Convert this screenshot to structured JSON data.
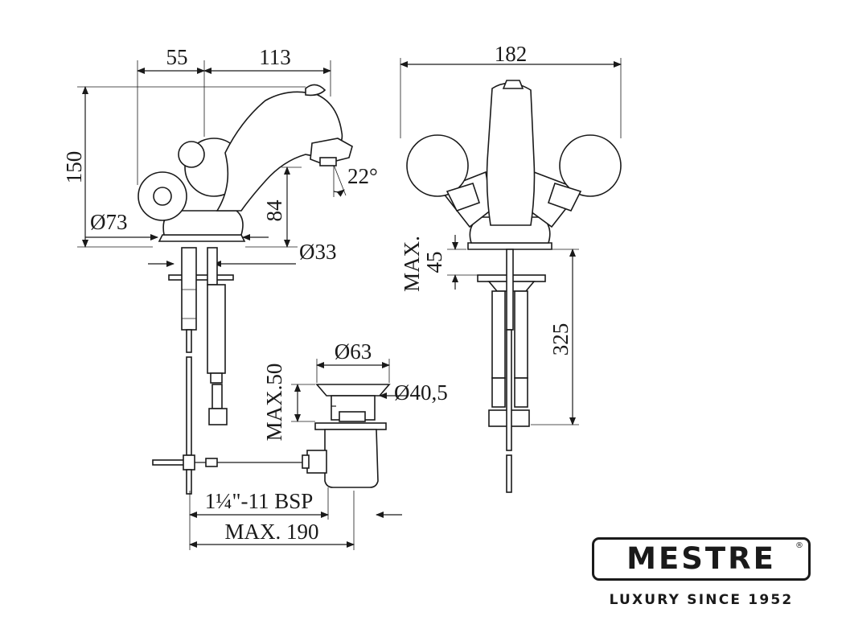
{
  "dimensions": {
    "spout_offset": "55",
    "spout_reach": "113",
    "height_total": "150",
    "spout_angle": "22°",
    "spout_height": "84",
    "base_diameter": "Ø73",
    "hole_diameter": "Ø33",
    "width_total": "182",
    "max_deck": "MAX.",
    "max_deck_value": "45",
    "hose_length": "325",
    "drain_diameter": "Ø63",
    "drain_max_label": "MAX.50",
    "drain_inner_diameter": "Ø40,5",
    "thread": "1¼\"-11 BSP",
    "drain_reach": "MAX. 190"
  },
  "brand": {
    "name": "MESTRE",
    "registered": "®",
    "tagline": "LUXURY SINCE 1952"
  },
  "colors": {
    "line": "#1a1a1a",
    "background": "#ffffff"
  }
}
